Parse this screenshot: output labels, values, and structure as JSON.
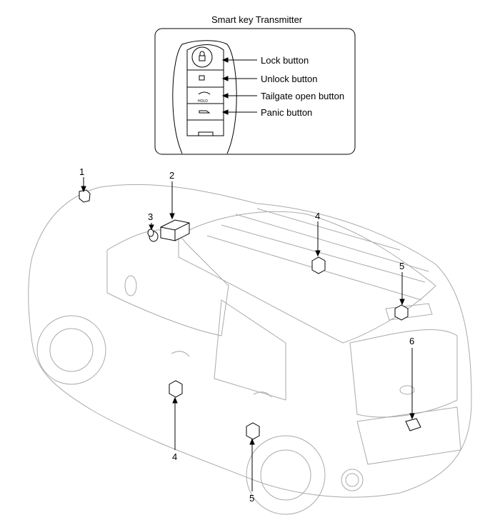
{
  "inset": {
    "title": "Smart key Transmitter",
    "labels": [
      "Lock button",
      "Unlock button",
      "Tailgate open button",
      "Panic button"
    ],
    "fob_text": "HOLD"
  },
  "callouts": {
    "c1": "1",
    "c2": "2",
    "c3": "3",
    "c4a": "4",
    "c5a": "5",
    "c6": "6",
    "c4b": "4",
    "c5b": "5"
  }
}
